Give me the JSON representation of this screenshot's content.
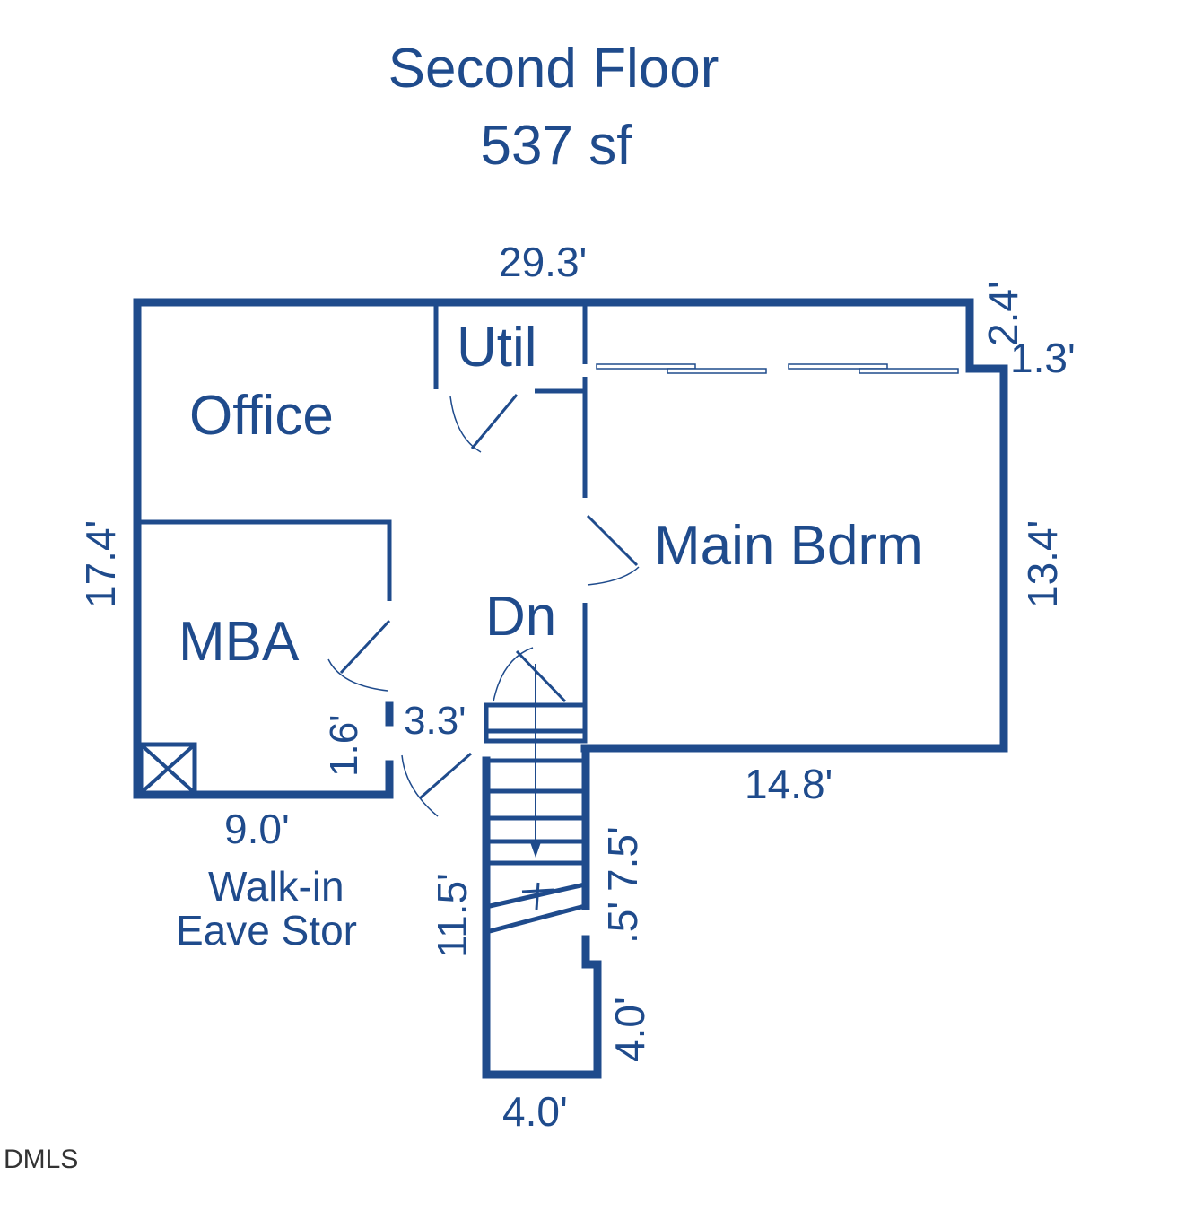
{
  "title": {
    "line1": "Second Floor",
    "line2": "537 sf"
  },
  "rooms": {
    "office": "Office",
    "util": "Util",
    "main_bdrm": "Main Bdrm",
    "mba": "MBA",
    "stairs": "Dn",
    "storage_line1": "Walk-in",
    "storage_line2": "Eave Stor"
  },
  "dimensions": {
    "top_width": "29.3'",
    "notch_height": "2.4'",
    "notch_width": "1.3'",
    "left_height": "17.4'",
    "right_height": "13.4'",
    "bdrm_bottom": "14.8'",
    "mba_bottom": "9.0'",
    "hall_width": "3.3'",
    "closet_gap": "1.6'",
    "stair_length": "11.5'",
    "stair_right": "7.5'",
    "stair_jog": ".5'",
    "stair_lower": "4.0'",
    "stair_bottom": "4.0'"
  },
  "watermark": "DMLS",
  "colors": {
    "line": "#1f4b8c"
  }
}
